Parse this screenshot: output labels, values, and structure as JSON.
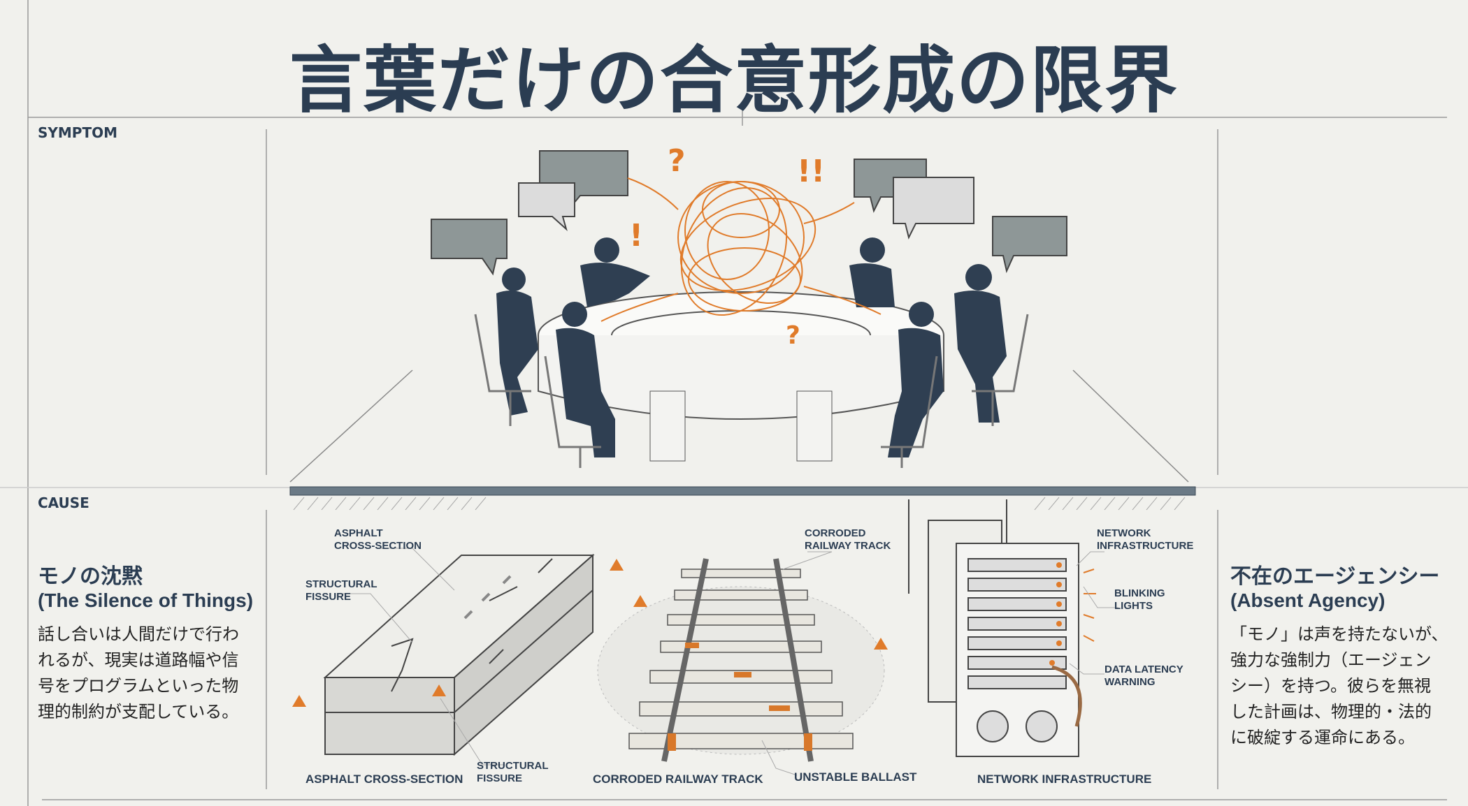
{
  "title": "言葉だけの合意形成の限界",
  "sections": {
    "symptom": "SYMPTOM",
    "cause": "CAUSE"
  },
  "left_panel": {
    "heading": "モノの沈黙",
    "heading_en": "(The Silence of Things)",
    "body": [
      "話し合いは人間だけで行わ",
      "れるが、現実は道路幅や信",
      "号をプログラムといった物",
      "理的制約が支配している。"
    ]
  },
  "right_panel": {
    "heading": "不在のエージェンシー",
    "heading_en": "(Absent Agency)",
    "body": [
      "「モノ」は声を持たないが、",
      "強力な強制力（エージェン",
      "シー）を持つ。彼らを無視",
      "した計画は、物理的・法的",
      "に破綻する運命にある。"
    ]
  },
  "symptom_marks": [
    "?",
    "!!",
    "!",
    "?"
  ],
  "asphalt": {
    "callouts": [
      "ASPHALT\nCROSS-SECTION",
      "STRUCTURAL\nFISSURE",
      "STRUCTURAL\nFISSURE"
    ],
    "caption": "ASPHALT CROSS-SECTION"
  },
  "railway": {
    "callouts": [
      "CORRODED\nRAILWAY TRACK"
    ],
    "captions": [
      "CORRODED RAILWAY TRACK",
      "UNSTABLE BALLAST"
    ]
  },
  "network": {
    "callouts": [
      "NETWORK\nINFRASTRUCTURE",
      "BLINKING\nLIGHTS",
      "DATA LATENCY\nWARNING"
    ],
    "caption": "NETWORK INFRASTRUCTURE"
  },
  "colors": {
    "accent": "#e07b2a",
    "ink": "#2b3d52",
    "bubble_dark": "#8e9797",
    "bubble_light": "#dcdcdc",
    "bg": "#f1f1ed"
  }
}
